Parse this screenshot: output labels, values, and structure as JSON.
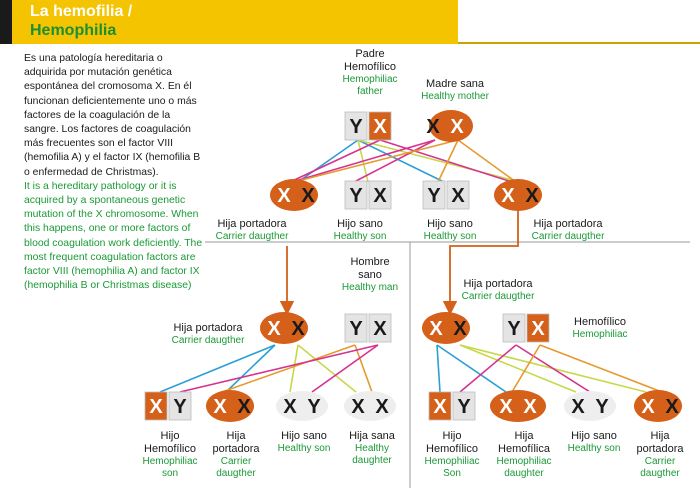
{
  "title": {
    "es": "La hemofilia /",
    "en": "Hemophilia"
  },
  "description": {
    "es": "Es una patología hereditaria o adquirida por mutación genética espontánea del cromosoma X. En él funcionan deficientemente uno o más factores de la coagulación de la sangre. Los factores de coagulación más frecuentes son el factor VIII (hemofilia A) y el factor IX (hemofilia B o enfermedad de Christmas).",
    "en": "It is a hereditary pathology or it is acquired by a spontaneous genetic mutation of the X chromosome. When this happens, one or more factors of blood coagulation work deficiently. The most frequent coagulation factors are factor VIII (hemophilia A) and factor IX (hemophilia B or Christmas disease)"
  },
  "colors": {
    "title_bg": "#f5c400",
    "affected_x": "#d4601a",
    "green_text": "#1a9a36",
    "blue_line": "#2a9fd6",
    "yellow_line": "#c8d84a",
    "pink_line": "#d6338f",
    "orange_line": "#e69a2e"
  },
  "chromosomes": {
    "x": "X",
    "y": "Y"
  },
  "labels": {
    "padre": {
      "es1": "Padre",
      "es2": "Hemofílico",
      "en1": "Hemophiliac",
      "en2": "father"
    },
    "madre": {
      "es1": "Madre sana",
      "en1": "Healthy mother"
    },
    "g1_1": {
      "es1": "Hija portadora",
      "en1": "Carrier daugther"
    },
    "g1_2": {
      "es1": "Hijo sano",
      "en1": "Healthy son"
    },
    "g1_3": {
      "es1": "Hijo sano",
      "en1": "Healthy son"
    },
    "g1_4": {
      "es1": "Hija portadora",
      "en1": "Carrier daugther"
    },
    "hombre": {
      "es1": "Hombre",
      "es2": "sano",
      "en1": "Healthy man"
    },
    "left_mother": {
      "es1": "Hija portadora",
      "en1": "Carrier daugther"
    },
    "right_mother": {
      "es1": "Hija portadora",
      "en1": "Carrier daugther"
    },
    "hemofilico": {
      "es1": "Hemofílico",
      "en1": "Hemophiliac"
    },
    "c1": {
      "es1": "Hijo",
      "es2": "Hemofílico",
      "en1": "Hemophiliac",
      "en2": "son"
    },
    "c2": {
      "es1": "Hija",
      "es2": "portadora",
      "en1": "Carrier",
      "en2": "daugther"
    },
    "c3": {
      "es1": "Hijo sano",
      "en1": "Healthy son"
    },
    "c4": {
      "es1": "Hija sana",
      "en1": "Healthy",
      "en2": "daughter"
    },
    "c5": {
      "es1": "Hijo",
      "es2": "Hemofílico",
      "en1": "Hemophiliac",
      "en2": "Son"
    },
    "c6": {
      "es1": "Hija",
      "es2": "Hemofílica",
      "en1": "Hemophiliac",
      "en2": "daughter"
    },
    "c7": {
      "es1": "Hijo sano",
      "en1": "Healthy son"
    },
    "c8": {
      "es1": "Hija",
      "es2": "portadora",
      "en1": "Carrier",
      "en2": "daugther"
    }
  }
}
